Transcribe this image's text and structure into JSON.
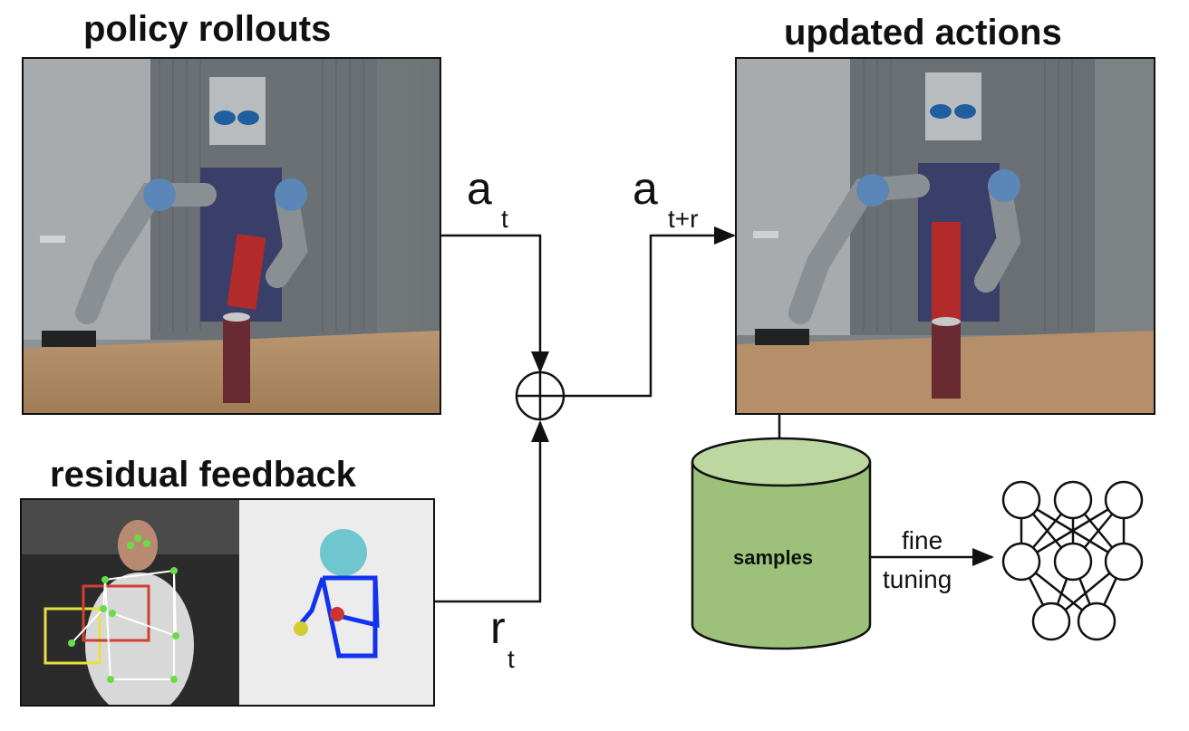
{
  "titles": {
    "policy_rollouts": "policy rollouts",
    "updated_actions": "updated actions",
    "residual_feedback": "residual feedback"
  },
  "symbols": {
    "a_t_base": "a",
    "a_t_sub": "t",
    "a_tr_base": "a",
    "a_tr_sub": "t+r",
    "r_t_base": "r",
    "r_t_sub": "t"
  },
  "database": {
    "label": "samples",
    "color": "#9dc17a",
    "top_color": "#bcd7a0"
  },
  "edge_label": {
    "line1": "fine",
    "line2": "tuning"
  },
  "colors": {
    "stroke": "#111111",
    "keypoint": "#66dd44",
    "skeleton_blue": "#1133ee",
    "yellow_box": "#e8e040",
    "red_box": "#d04030"
  }
}
